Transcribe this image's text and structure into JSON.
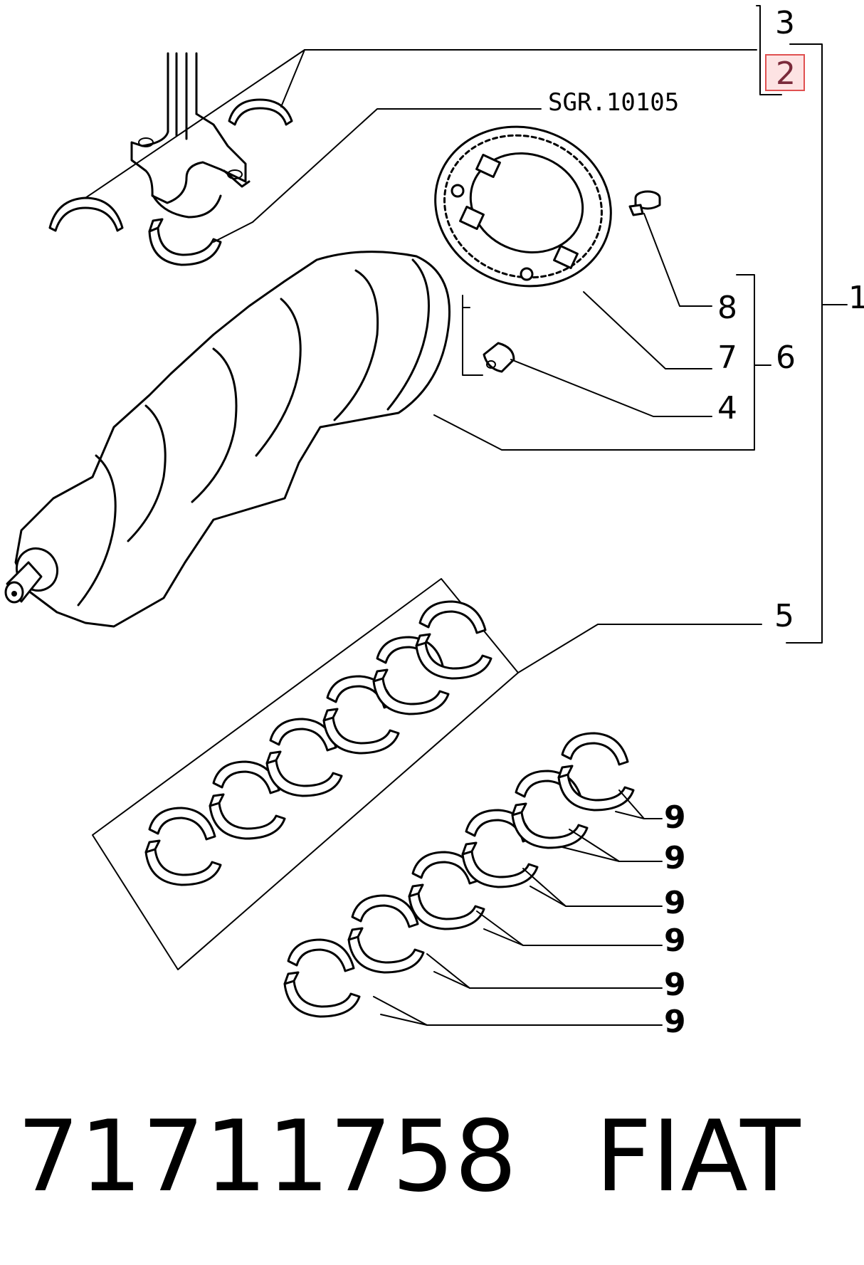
{
  "callouts": {
    "c1": "1",
    "c2": "2",
    "c3": "3",
    "c4": "4",
    "c5": "5",
    "c6": "6",
    "c7": "7",
    "c8": "8",
    "c9": [
      "9",
      "9",
      "9",
      "9",
      "9",
      "9"
    ]
  },
  "reference": "SGR.10105",
  "highlighted_callout": "2",
  "colors": {
    "highlight_fill": "#fde3e3",
    "highlight_stroke": "#e05050"
  },
  "footer": {
    "part_number": "71711758",
    "brand": "FIAT"
  }
}
